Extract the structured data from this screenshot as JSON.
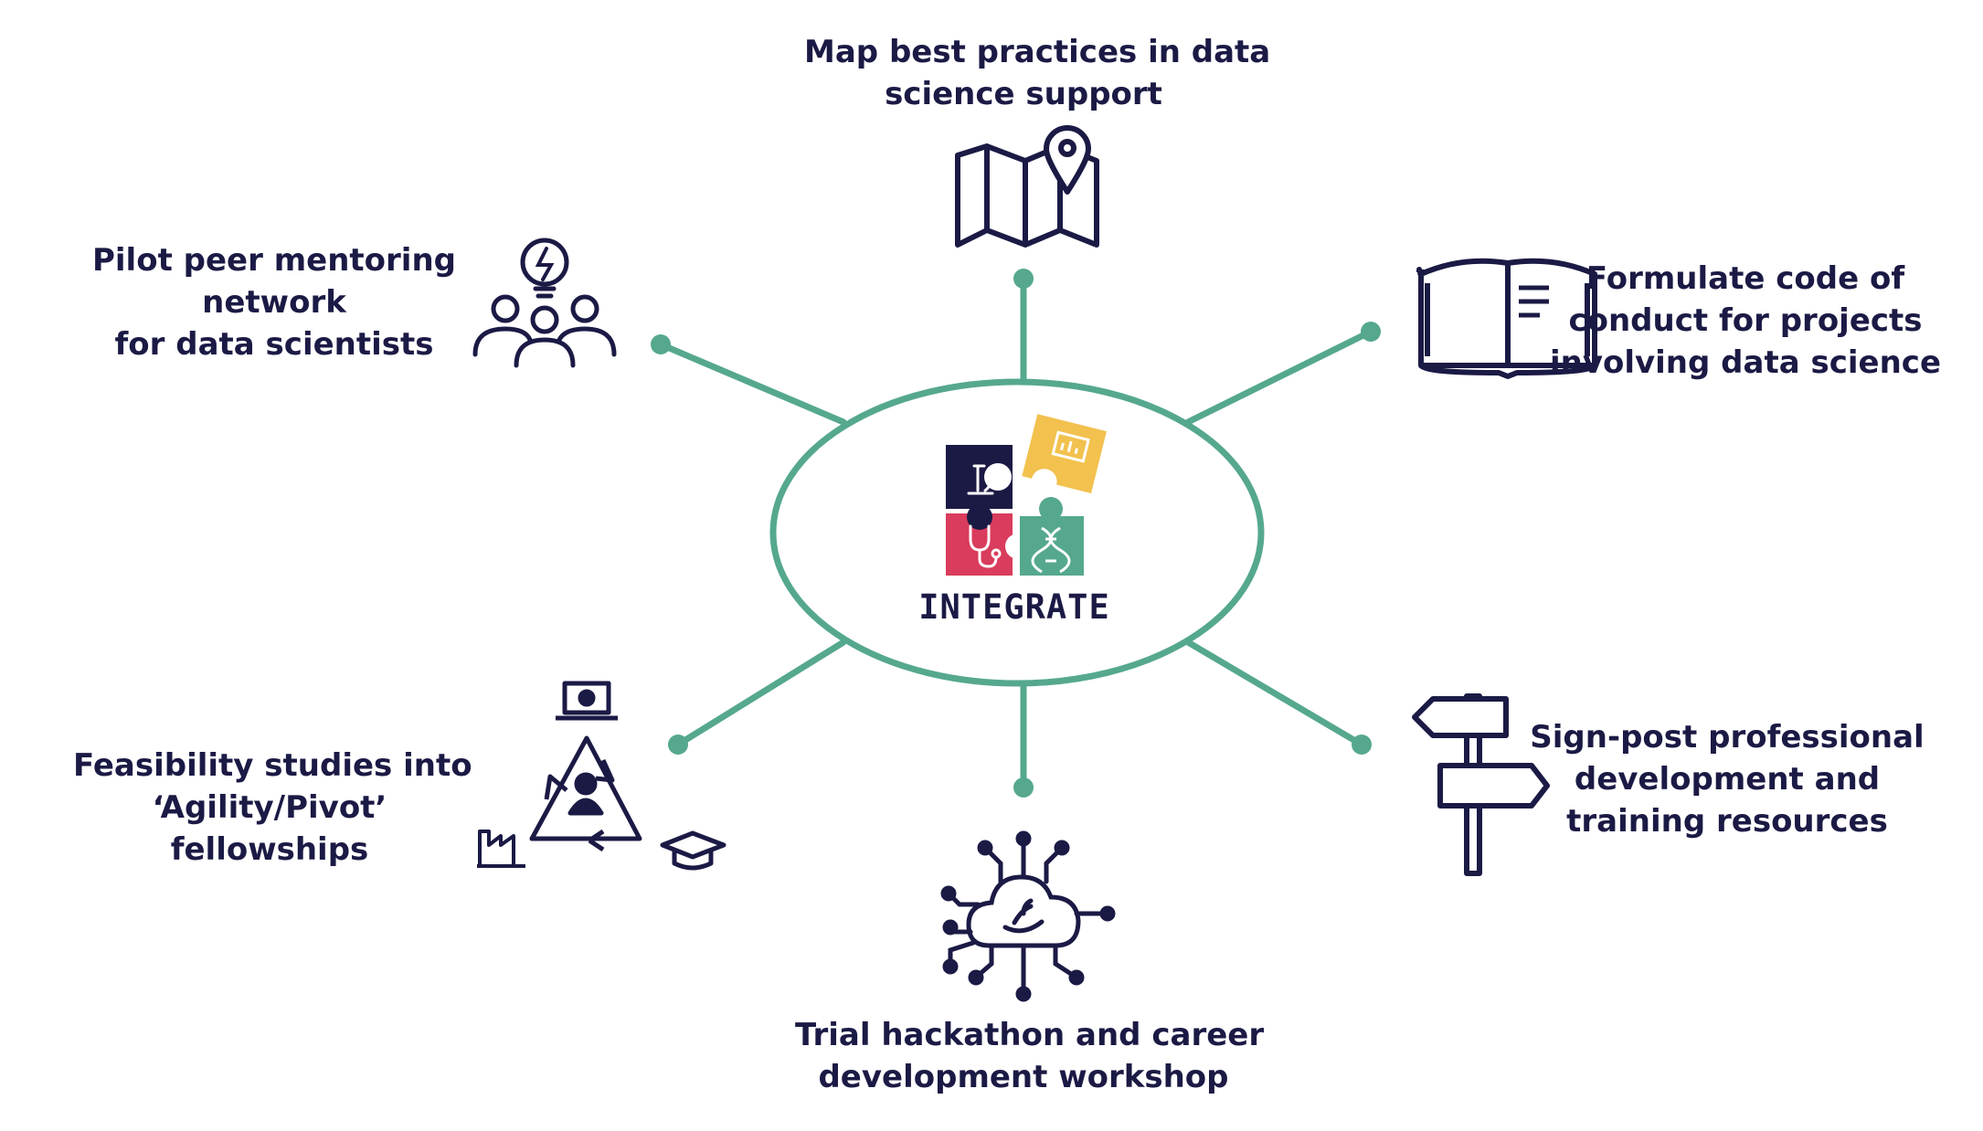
{
  "center": {
    "title": "INTEGRATE",
    "logo": "integrate-puzzle-logo"
  },
  "colors": {
    "navy": "#1b1a45",
    "teal": "#55a88e",
    "yellow": "#f2c14e",
    "crimson": "#d93c5c"
  },
  "nodes": [
    {
      "id": "map",
      "lines": [
        "Map best practices in data",
        "science support"
      ],
      "icon": "map-pin-icon"
    },
    {
      "id": "code",
      "lines": [
        "Formulate code of",
        "conduct for projects",
        "involving data science"
      ],
      "icon": "open-book-icon"
    },
    {
      "id": "signpost",
      "lines": [
        "Sign-post professional",
        "development and",
        "training resources"
      ],
      "icon": "signpost-icon"
    },
    {
      "id": "hackathon",
      "lines": [
        "Trial hackathon and career",
        "development workshop"
      ],
      "icon": "cloud-network-icon"
    },
    {
      "id": "feasibility",
      "lines": [
        "Feasibility studies into",
        "‘Agility/Pivot’",
        "fellowships"
      ],
      "icon": "pivot-cycle-icon"
    },
    {
      "id": "mentoring",
      "lines": [
        "Pilot peer mentoring",
        "network",
        "for data scientists"
      ],
      "icon": "mentoring-group-icon"
    }
  ]
}
